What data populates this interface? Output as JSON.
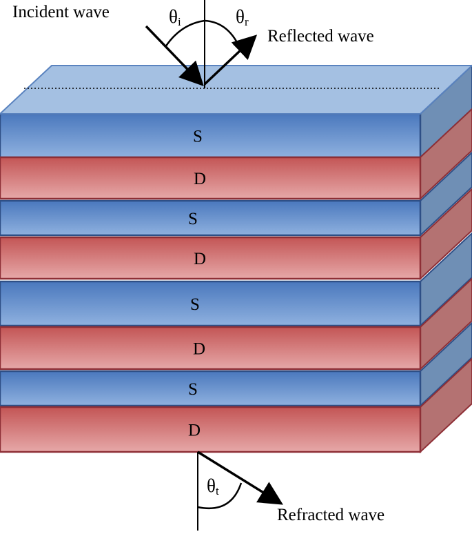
{
  "labels": {
    "incident": "Incident wave",
    "reflected": "Reflected wave",
    "refracted": "Refracted wave"
  },
  "angles": {
    "incident": {
      "symbol": "θ",
      "sub": "i"
    },
    "reflected": {
      "symbol": "θ",
      "sub": "r"
    },
    "transmitted": {
      "symbol": "θ",
      "sub": "t"
    }
  },
  "layers": [
    {
      "label": "S",
      "material": "S"
    },
    {
      "label": "D",
      "material": "D"
    },
    {
      "label": "S",
      "material": "S"
    },
    {
      "label": "D",
      "material": "D"
    },
    {
      "label": "S",
      "material": "S"
    },
    {
      "label": "D",
      "material": "D"
    },
    {
      "label": "S",
      "material": "S"
    },
    {
      "label": "D",
      "material": "D"
    }
  ],
  "colors": {
    "s_light": "#7ea3d6",
    "s_dark": "#4a78bd",
    "s_side": "#6f8fb5",
    "s_edge": "#2e4f86",
    "d_light": "#e3a3a3",
    "d_dark": "#c35555",
    "d_side": "#b47272",
    "d_edge": "#8e2f36",
    "top_face": "#a4c0e2"
  }
}
